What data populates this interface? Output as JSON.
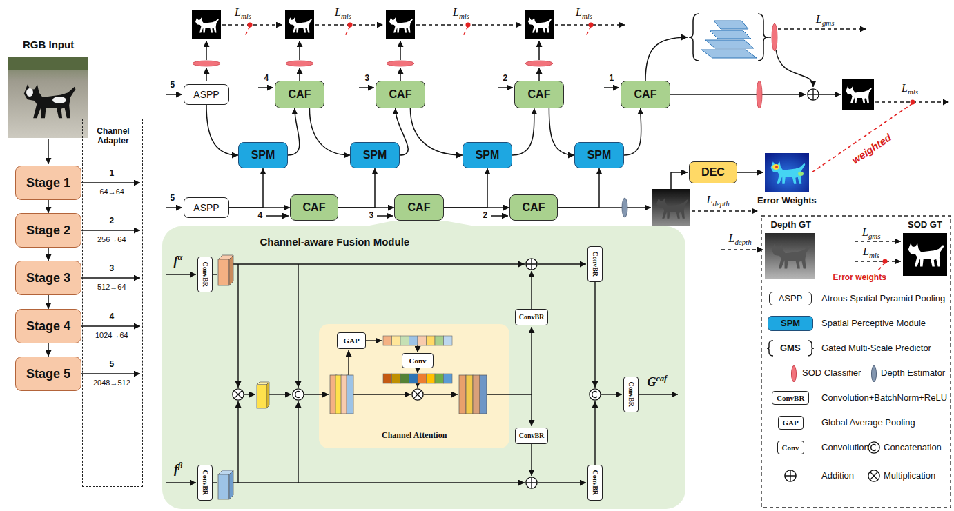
{
  "diagram": {
    "nodes": [
      {
        "text": [
          "Stage 1"
        ]
      },
      {
        "text": [
          "Stage 2"
        ]
      },
      {
        "text": [
          "Stage 3"
        ]
      },
      {
        "text": [
          "Stage 4"
        ]
      },
      {
        "text": [
          "Stage 5"
        ]
      },
      {
        "text": [
          "Channel Adapter"
        ]
      },
      {
        "text": [
          "ASPP"
        ]
      },
      {
        "text": [
          "CAF"
        ]
      },
      {
        "text": [
          "CAF"
        ]
      },
      {
        "text": [
          "CAF"
        ]
      },
      {
        "text": [
          "CAF"
        ]
      },
      {
        "text": [
          "SPM"
        ]
      },
      {
        "text": [
          "SPM"
        ]
      },
      {
        "text": [
          "SPM"
        ]
      },
      {
        "text": [
          "SPM"
        ]
      },
      {
        "text": [
          "ASPP"
        ]
      },
      {
        "text": [
          "CAF"
        ]
      },
      {
        "text": [
          "CAF"
        ]
      },
      {
        "text": [
          "CAF"
        ]
      },
      {
        "text": [
          "DEC"
        ]
      },
      {
        "text": [
          "Channel-aware Fusion Module"
        ]
      },
      {
        "text": [
          "ConvBR"
        ],
        "in": 20
      },
      {
        "text": [
          "ConvBR"
        ],
        "in": 20
      },
      {
        "text": [
          "Channel Attention"
        ],
        "in": 20
      },
      {
        "text": [
          "GAP"
        ],
        "in": 23
      },
      {
        "text": [
          "Conv"
        ],
        "in": 23
      },
      {
        "text": [
          "ConvBR"
        ],
        "in": 20
      },
      {
        "text": [
          "ConvBR"
        ],
        "in": 20
      },
      {
        "text": [
          "ConvBR"
        ],
        "in": 20
      },
      {
        "text": [
          "ConvBR"
        ],
        "in": 20
      },
      {
        "text": [
          "ConvBR"
        ],
        "in": 20
      }
    ],
    "edges": [
      {
        "from": 0,
        "to": 1,
        "arrow": "to"
      },
      {
        "from": 1,
        "to": 2,
        "arrow": "to"
      },
      {
        "from": 2,
        "to": 3,
        "arrow": "to"
      },
      {
        "from": 3,
        "to": 4,
        "arrow": "to"
      },
      {
        "from": 6,
        "to": 11,
        "arrow": "to"
      },
      {
        "from": 11,
        "to": 7,
        "arrow": "to"
      },
      {
        "from": 7,
        "to": 12,
        "arrow": "to"
      },
      {
        "from": 12,
        "to": 8,
        "arrow": "to"
      },
      {
        "from": 8,
        "to": 13,
        "arrow": "to"
      },
      {
        "from": 13,
        "to": 9,
        "arrow": "to"
      },
      {
        "from": 9,
        "to": 14,
        "arrow": "to"
      },
      {
        "from": 14,
        "to": 10,
        "arrow": "to"
      },
      {
        "from": 15,
        "to": 16,
        "arrow": "to"
      },
      {
        "from": 16,
        "to": 17,
        "arrow": "to"
      },
      {
        "from": 17,
        "to": 18,
        "arrow": "to"
      },
      {
        "from": 15,
        "to": 11,
        "arrow": "to"
      },
      {
        "from": 16,
        "to": 12,
        "arrow": "to"
      },
      {
        "from": 17,
        "to": 13,
        "arrow": "to"
      },
      {
        "from": 18,
        "to": 14,
        "arrow": "to"
      }
    ],
    "labels": [
      "RGB Input",
      "1",
      "64→64",
      "2",
      "256→64",
      "3",
      "512→64",
      "4",
      "1024→64",
      "5",
      "2048→512",
      "5",
      "4",
      "3",
      "2",
      "1",
      "5",
      "4",
      "3",
      "2",
      "Lmls",
      "Lmls",
      "Lmls",
      "Lmls",
      "Lgms",
      "Lmls",
      "Ldepth",
      "Error Weights",
      "weighted",
      "fα",
      "fβ",
      "Gcaf",
      "Depth GT",
      "SOD GT",
      "Ldepth",
      "Lgms",
      "Lmls",
      "Error weights",
      "ASPP",
      "SPM",
      "GMS",
      "ConvBR",
      "GAP",
      "Conv"
    ],
    "legend": [
      {
        "text": "Atrous Spatial Pyramid Pooling"
      },
      {
        "text": "Spatial Perceptive Module",
        "color": "#1ea7e1"
      },
      {
        "text": "Gated Multi-Scale Predictor"
      },
      {
        "text": "SOD Classifier",
        "color": "#f2737c"
      },
      {
        "text": "Depth Estimator",
        "color": "#8497b0"
      },
      {
        "text": "Convolution+BatchNorm+ReLU"
      },
      {
        "text": "Global Average Pooling"
      },
      {
        "text": "Convolution"
      },
      {
        "text": "Concatenation"
      },
      {
        "text": "Addition"
      },
      {
        "text": "Multiplication"
      }
    ]
  }
}
